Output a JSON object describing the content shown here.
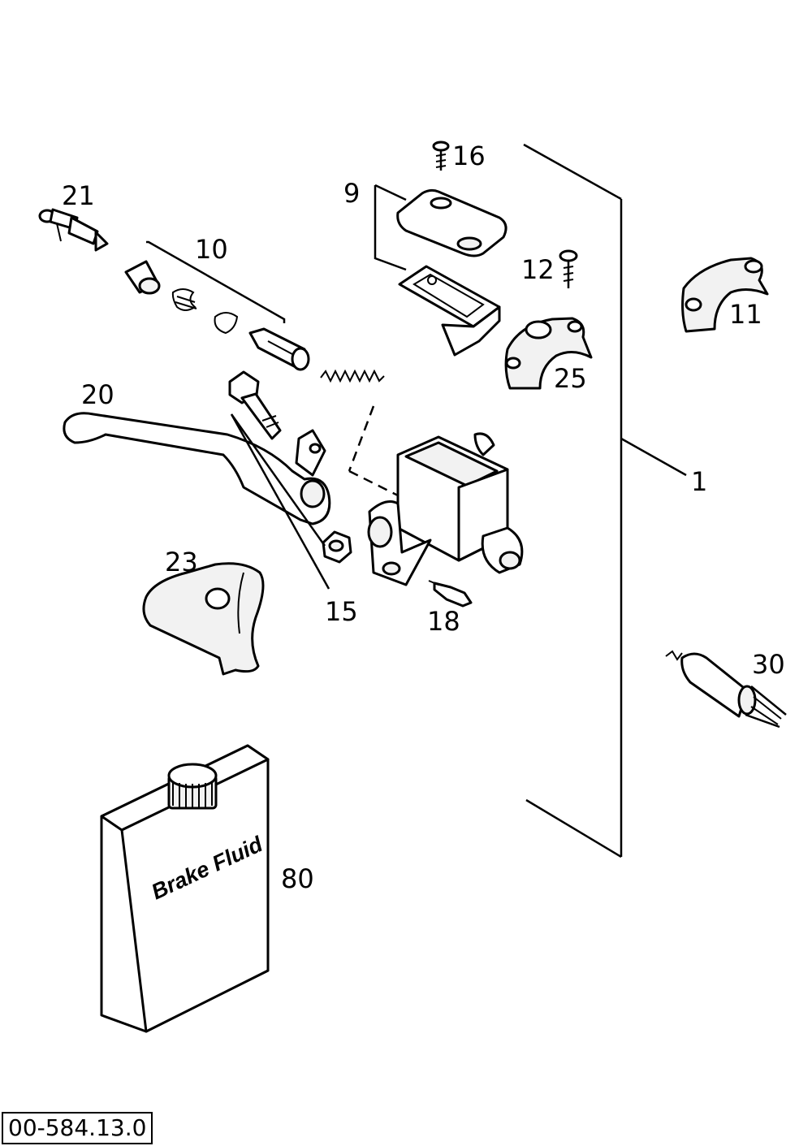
{
  "diagram_id": "00-584.13.0",
  "container_label": "Brake Fluid",
  "callouts": {
    "c1": "1",
    "c9": "9",
    "c10": "10",
    "c11": "11",
    "c12": "12",
    "c15": "15",
    "c16": "16",
    "c18": "18",
    "c20": "20",
    "c21": "21",
    "c23": "23",
    "c25": "25",
    "c30": "30",
    "c80": "80"
  }
}
